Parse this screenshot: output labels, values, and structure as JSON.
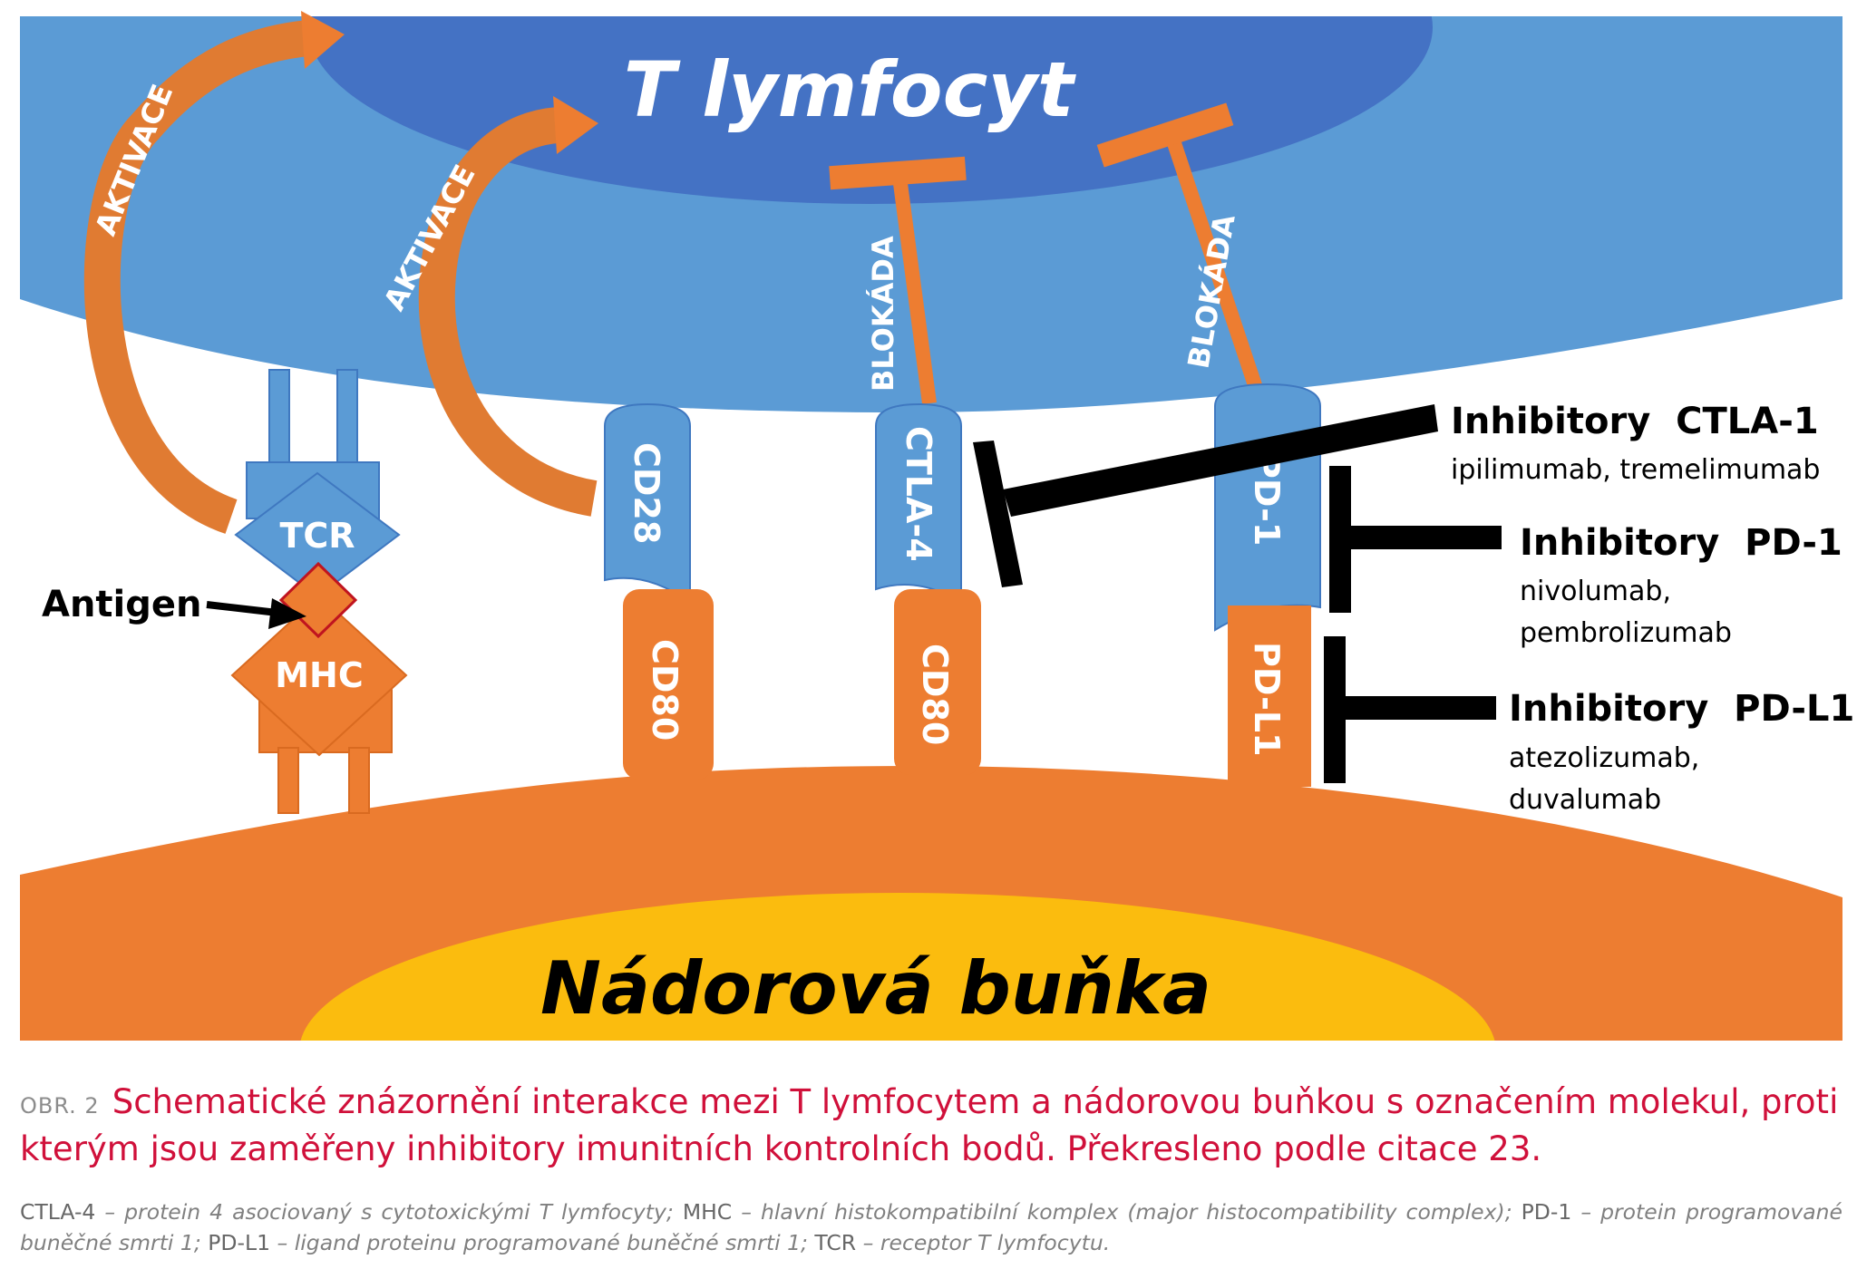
{
  "figure": {
    "t_cell_label": "T lymfocyt",
    "tumor_label": "Nádorová buňka",
    "activation_label": "AKTIVACE",
    "blockade_label": "BLOKÁDA",
    "tcr_label": "TCR",
    "mhc_label": "MHC",
    "antigen_label": "Antigen",
    "receptors": {
      "cd28": "CD28",
      "ctla4": "CTLA-4",
      "pd1": "PD-1",
      "cd80": "CD80",
      "pdl1": "PD-L1"
    },
    "inhibitors": [
      {
        "title": "Inhibitory  CTLA-1",
        "drugs_line1": "ipilimumab, tremelimumab",
        "drugs_line2": ""
      },
      {
        "title": "Inhibitory  PD-1",
        "drugs_line1": "nivolumab,",
        "drugs_line2": "pembrolizumab"
      },
      {
        "title": "Inhibitory  PD-L1",
        "drugs_line1": "atezolizumab,",
        "drugs_line2": "duvalumab"
      }
    ],
    "colors": {
      "t_cell_light": "#5b9bd5",
      "t_cell_dark": "#4472c4",
      "tumor_orange": "#ed7d31",
      "tumor_core": "#fbbc0e",
      "blocker_black": "#000000"
    }
  },
  "caption": {
    "label": "OBR. 2",
    "text": "Schematické znázornění interakce mezi T lymfocytem a nádorovou buňkou s označením molekul, proti kterým jsou zaměřeny inhibitory imunitních kontrolních bodů. Překresleno podle citace 23."
  },
  "legend": [
    {
      "abbr": "CTLA-4",
      "def": " – protein 4 asociovaný s cytotoxickými T lymfocyty; "
    },
    {
      "abbr": "MHC",
      "def": " – hlavní histokompatibilní komplex (major histocompatibility complex); "
    },
    {
      "abbr": "PD-1",
      "def": " – protein programované buněčné smrti 1; "
    },
    {
      "abbr": "PD-L1",
      "def": " – ligand proteinu programované buněčné smrti 1; "
    },
    {
      "abbr": "TCR",
      "def": " – receptor T lymfocytu."
    }
  ]
}
